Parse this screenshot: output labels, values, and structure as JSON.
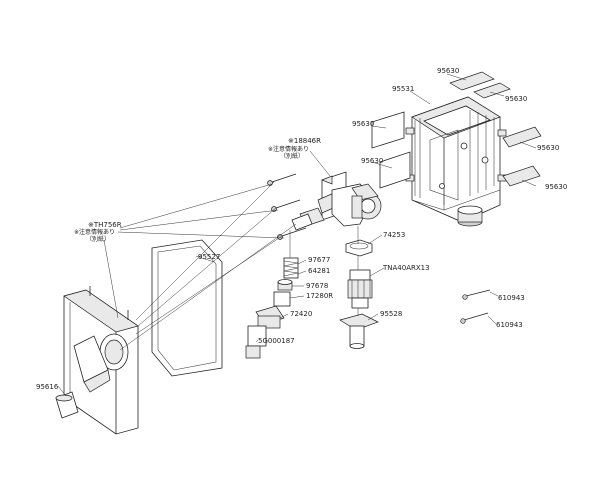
{
  "labels": {
    "p95630_a": "95630",
    "p95531": "95531",
    "p95630_b": "95630",
    "p95630_c": "95630",
    "p95630_d": "95630",
    "p95630_e": "95630",
    "p95630_f": "95630",
    "p18846r": "※18846R",
    "note_upper_1": "※注意情報あり",
    "note_upper_2": "（別紙）",
    "p74253": "74253",
    "tna40arx13": "TNA40ARX13",
    "pth756r": "※TH756R",
    "note_lower_1": "※注意情報あり",
    "note_lower_2": "（別紙）",
    "p95527": "95527",
    "p97677": "97677",
    "p64281": "64281",
    "p97678": "97678",
    "p17280r": "17280R",
    "p72420": "72420",
    "p5g000187": "5G000187",
    "p95528": "95528",
    "p610943_a": "610943",
    "p610943_b": "610943",
    "p95616": "95616"
  }
}
